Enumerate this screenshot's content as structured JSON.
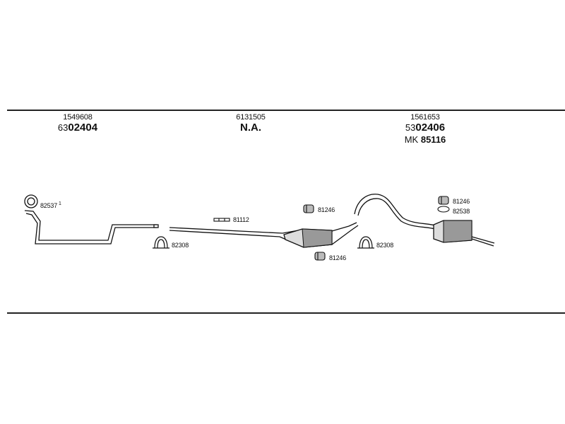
{
  "columns": [
    {
      "ref": "1549608",
      "part_prefix": "63",
      "part_number": "02404"
    },
    {
      "ref": "6131505",
      "part_prefix": "",
      "part_number": "N.A."
    },
    {
      "ref": "1561653",
      "part_prefix": "53",
      "part_number": "02406",
      "mk_prefix": "MK",
      "mk_number": "85116"
    }
  ],
  "labels": {
    "ring_gasket": "82537",
    "ring_gasket_note": "1",
    "clamp_a": "82308",
    "clamp_b": "82308",
    "hanger": "81112",
    "rubber_a": "81246",
    "rubber_b": "81246",
    "rubber_c": "81246",
    "rear_seal": "82538"
  }
}
